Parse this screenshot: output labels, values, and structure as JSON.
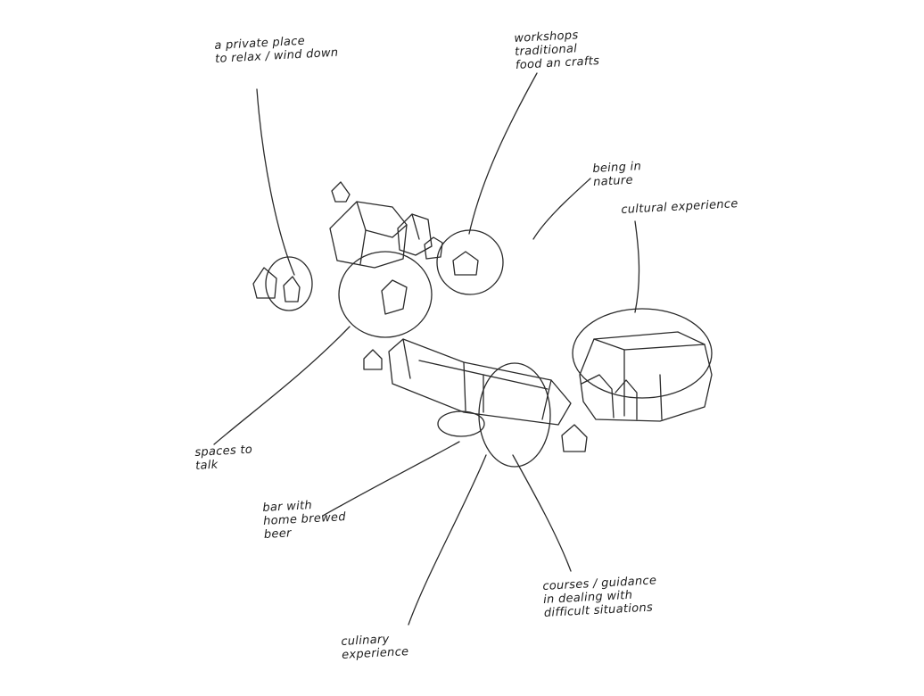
{
  "annotations": {
    "private_place": "a private place\nto relax / wind down",
    "workshops": "workshops\ntraditional\nfood an crafts",
    "nature": "being in\nnature",
    "cultural": "cultural experience",
    "spaces_talk": "spaces to\ntalk",
    "bar": "bar with\nhome brewed\nbeer",
    "courses": "courses / guidance\nin dealing with\ndifficult situations",
    "culinary": "culinary\nexperience"
  }
}
